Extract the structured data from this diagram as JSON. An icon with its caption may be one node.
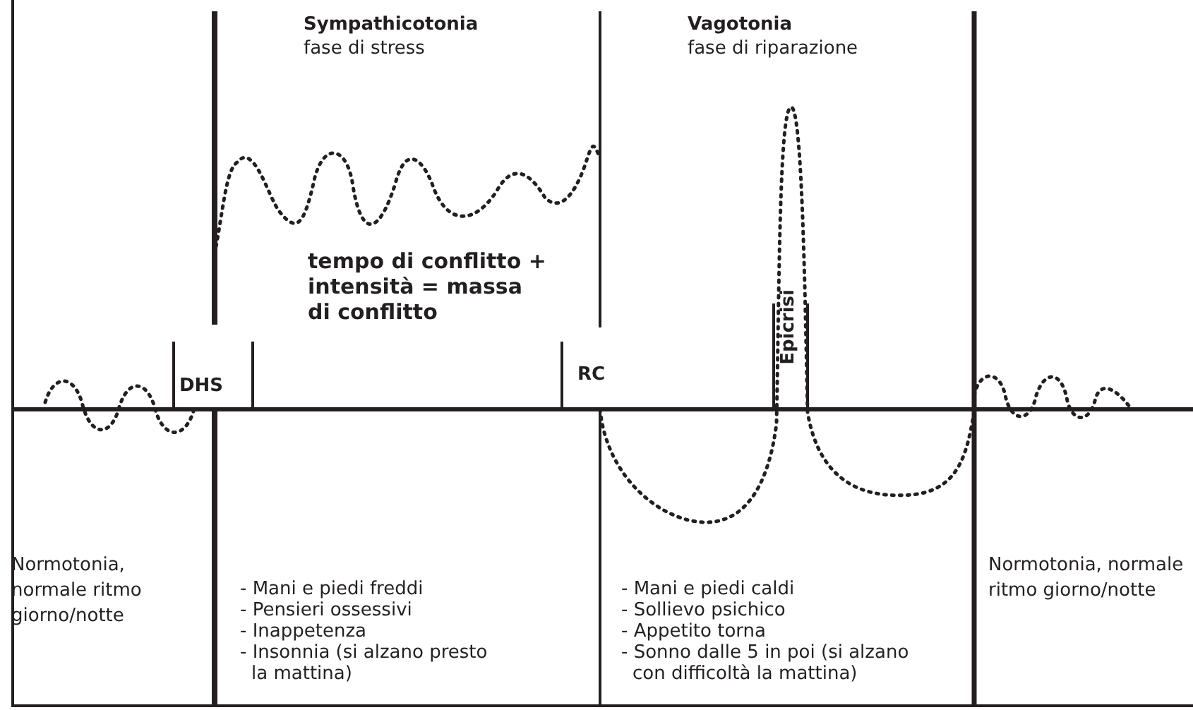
{
  "diagram": {
    "labels": [
      "Sympathicotonia",
      "fase di stress",
      "Vagotonia",
      "fase di riparazione",
      "tempo di conflitto + intensità = massa di conflitto",
      "Epicrisi",
      "DHS",
      "RC",
      "Normotonia, normale ritmo giorno/notte",
      "Normotonia, normale ritmo giorno/notte",
      "- Mani e piedi freddi",
      "- Pensieri ossessivi",
      "- Inappetenza",
      "- Insonnia (si alzano presto la mattina)",
      "- Mani e piedi caldi",
      "- Sollievo psichico",
      "- Appetito torna",
      "- Sonno dalle 5 in poi (si alzano con difficoltà la mattina)"
    ]
  }
}
